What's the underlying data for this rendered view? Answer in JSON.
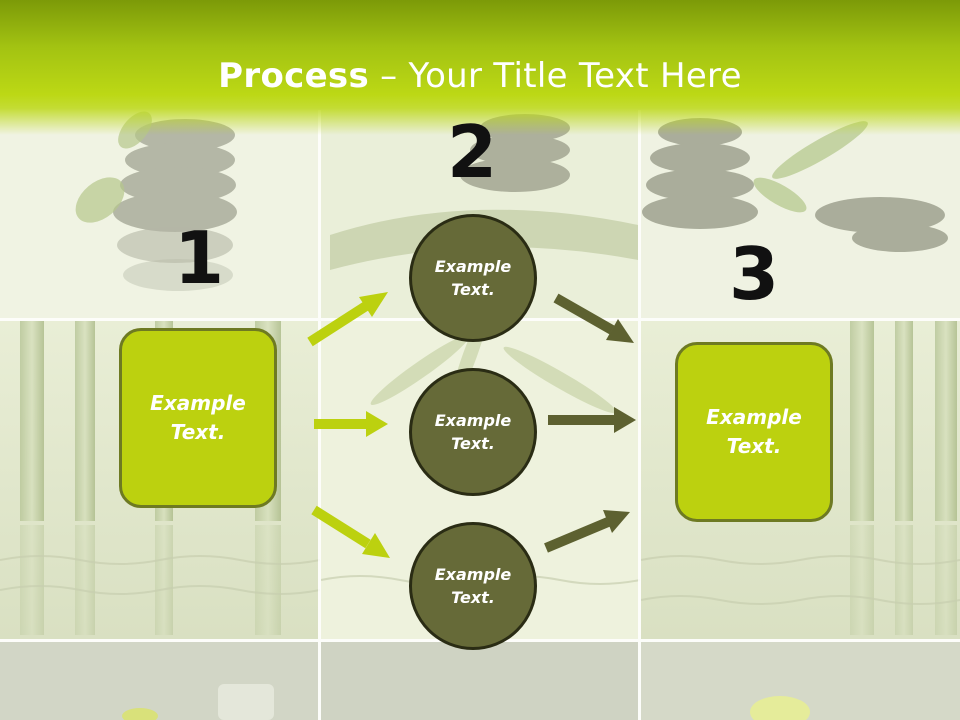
{
  "slide": {
    "title_bold": "Process",
    "title_rest": " – Your Title Text Here"
  },
  "steps": [
    {
      "number": "1",
      "label": "Example\nText."
    },
    {
      "number": "2",
      "label": ""
    },
    {
      "number": "3",
      "label": "Example\nText."
    }
  ],
  "circles": [
    {
      "label": "Example\nText."
    },
    {
      "label": "Example\nText."
    },
    {
      "label": "Example\nText."
    }
  ],
  "colors": {
    "title_band": "#a3c312",
    "box_fill": "#bcd10f",
    "box_border": "#6e7a22",
    "circle_fill": "#666a38",
    "circle_border": "#2a2c14",
    "arrow_light": "#bcd10f",
    "arrow_dark": "#5d6130",
    "number_text": "#111111"
  }
}
